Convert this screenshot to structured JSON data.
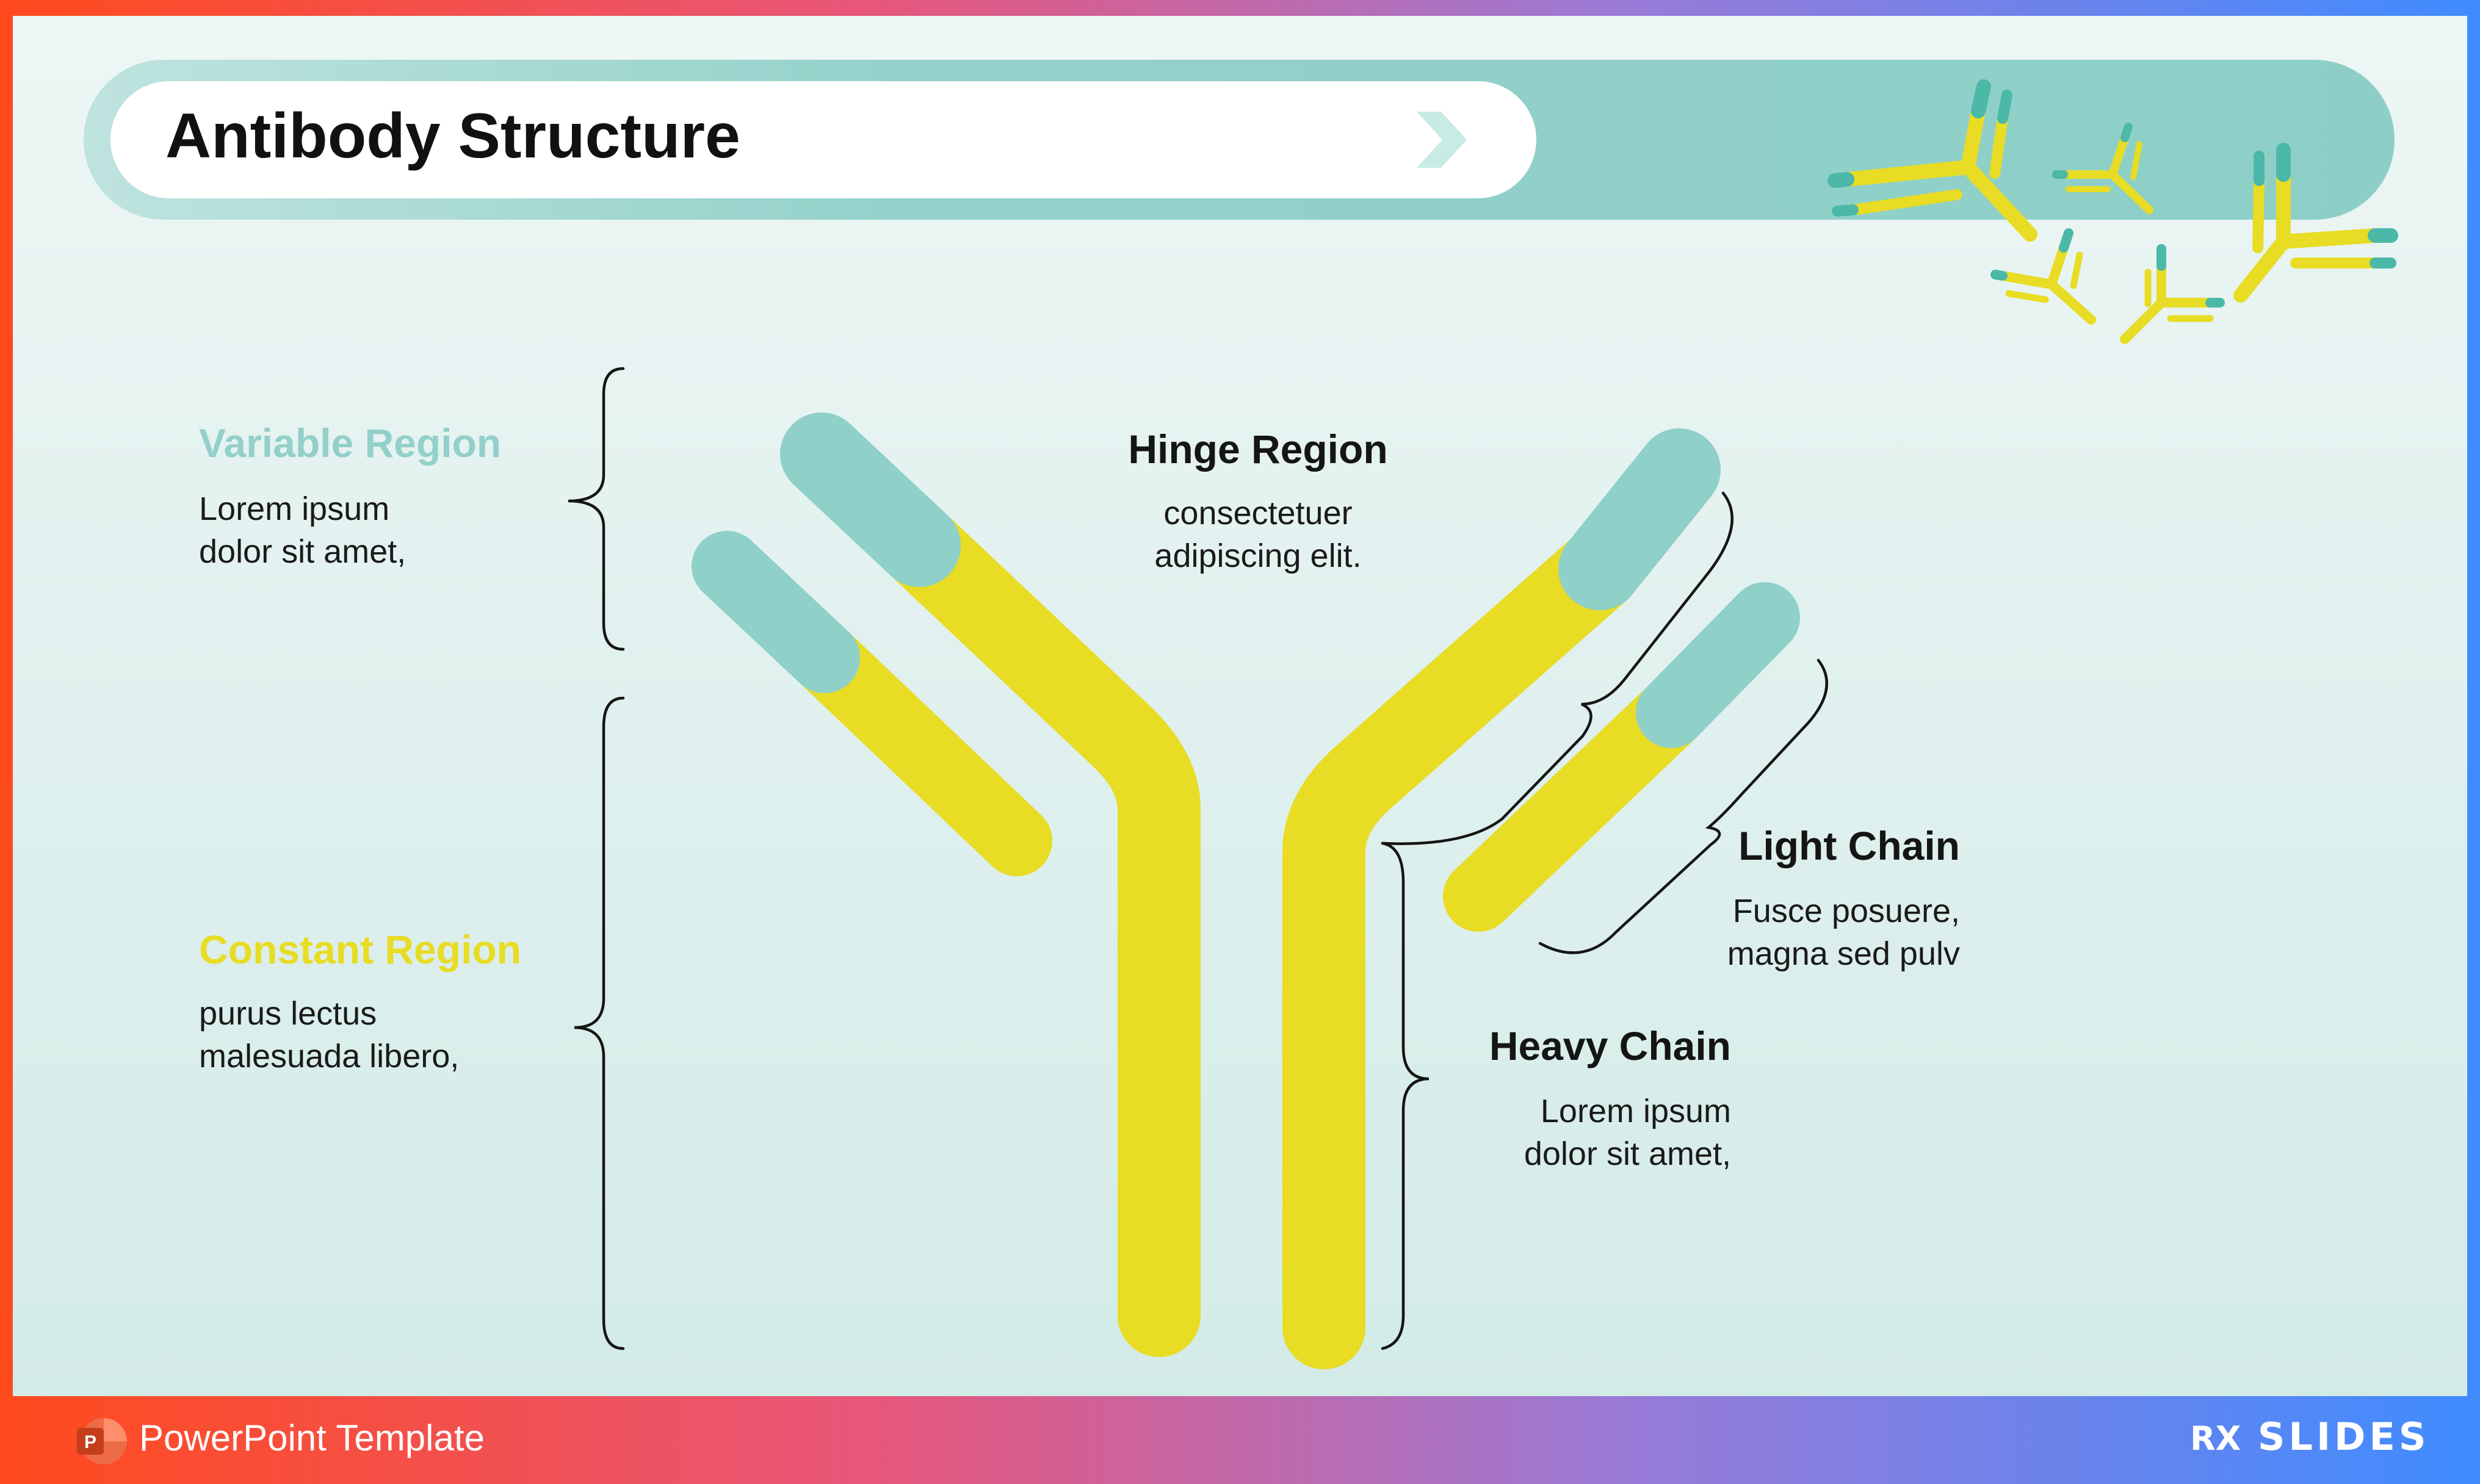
{
  "title": "Antibody Structure",
  "labels": {
    "variable_region": {
      "heading": "Variable Region",
      "lines": [
        "Lorem ipsum",
        "dolor sit amet,"
      ]
    },
    "constant_region": {
      "heading": "Constant Region",
      "lines": [
        "purus lectus",
        "malesuada libero,"
      ]
    },
    "hinge_region": {
      "heading": "Hinge Region",
      "lines": [
        "consectetuer",
        "adipiscing elit."
      ]
    },
    "light_chain": {
      "heading": "Light Chain",
      "lines": [
        "Fusce posuere,",
        "magna sed pulv"
      ]
    },
    "heavy_chain": {
      "heading": "Heavy Chain",
      "lines": [
        "Lorem ipsum",
        "dolor sit amet,"
      ]
    }
  },
  "footer": {
    "template_label": "PowerPoint Template",
    "brand": "SLIDES",
    "brand_mark": "RX",
    "app_icon_letter": "P"
  },
  "colors": {
    "teal": "#8fd0c9",
    "yellow": "#e8dc24",
    "text": "#151515"
  },
  "icons": [
    "powerpoint-icon",
    "chevron-right-icon",
    "antibody-icon"
  ]
}
